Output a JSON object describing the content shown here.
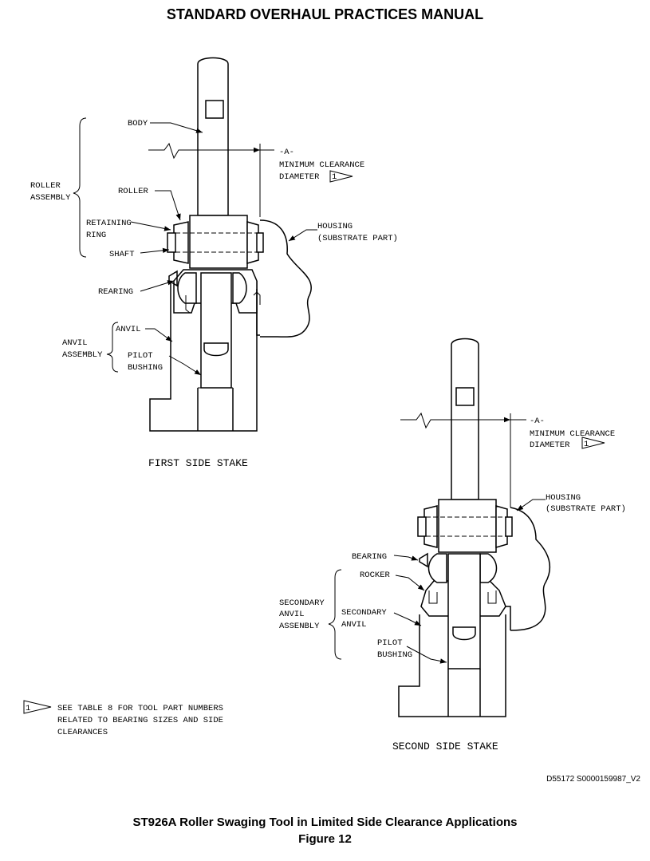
{
  "header": {
    "title": "STANDARD OVERHAUL PRACTICES MANUAL"
  },
  "first": {
    "body": "BODY",
    "datum": "-A-",
    "min_clearance_1": "MINIMUM CLEARANCE",
    "min_clearance_2": "DIAMETER",
    "flag": "1",
    "roller_assembly_1": "ROLLER",
    "roller_assembly_2": "ASSEMBLY",
    "roller": "ROLLER",
    "retaining_1": "RETAINING",
    "retaining_2": "RING",
    "shaft": "SHAFT",
    "housing_1": "HOUSING",
    "housing_2": "(SUBSTRATE PART)",
    "bearing": "REARING",
    "anvil_assembly_1": "ANVIL",
    "anvil_assembly_2": "ASSEMBLY",
    "anvil": "ANVIL",
    "pilot_1": "PILOT",
    "pilot_2": "BUSHING",
    "view_title": "FIRST SIDE STAKE"
  },
  "second": {
    "datum": "-A-",
    "min_clearance_1": "MINIMUM CLEARANCE",
    "min_clearance_2": "DIAMETER",
    "flag": "1",
    "housing_1": "HOUSING",
    "housing_2": "(SUBSTRATE PART)",
    "bearing": "BEARING",
    "rocker": "ROCKER",
    "sec_anvil_assembly_1": "SECONDARY",
    "sec_anvil_assembly_2": "ANVIL",
    "sec_anvil_assembly_3": "ASSENBLY",
    "sec_anvil_1": "SECONDARY",
    "sec_anvil_2": "ANVIL",
    "pilot_1": "PILOT",
    "pilot_2": "BUSHING",
    "view_title": "SECOND SIDE STAKE"
  },
  "note": {
    "flag": "1",
    "line1": "SEE TABLE 8 FOR TOOL PART NUMBERS",
    "line2": "RELATED TO BEARING SIZES AND SIDE",
    "line3": "CLEARANCES"
  },
  "doc_id": "D55172 S0000159987_V2",
  "caption": {
    "line1": "ST926A Roller Swaging Tool in Limited Side Clearance Applications",
    "line2": "Figure 12"
  }
}
